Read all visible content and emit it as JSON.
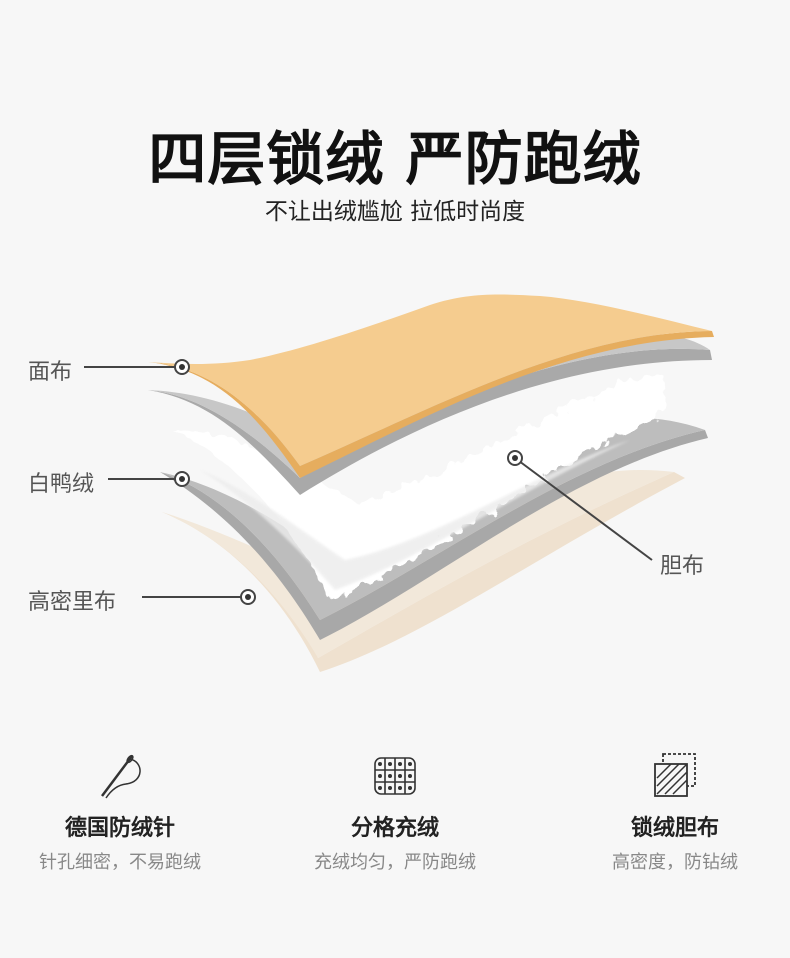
{
  "header": {
    "title": "四层锁绒 严防跑绒",
    "subtitle": "不让出绒尴尬 拉低时尚度"
  },
  "layers": {
    "outer_fabric": "面布",
    "white_duck_down": "白鸭绒",
    "lining": "高密里布",
    "inner_fabric": "胆布"
  },
  "features": [
    {
      "icon": "needle-icon",
      "title": "德国防绒针",
      "desc": "针孔细密，不易跑绒"
    },
    {
      "icon": "grid-cells-icon",
      "title": "分格充绒",
      "desc": "充绒均匀，严防跑绒"
    },
    {
      "icon": "fabric-swatch-icon",
      "title": "锁绒胆布",
      "desc": "高密度，防钻绒"
    }
  ],
  "colors": {
    "outer_fabric": "#f5cc8f",
    "gray_layer": "#b5b5b5",
    "down": "#ffffff",
    "lining": "#efe1cf"
  }
}
